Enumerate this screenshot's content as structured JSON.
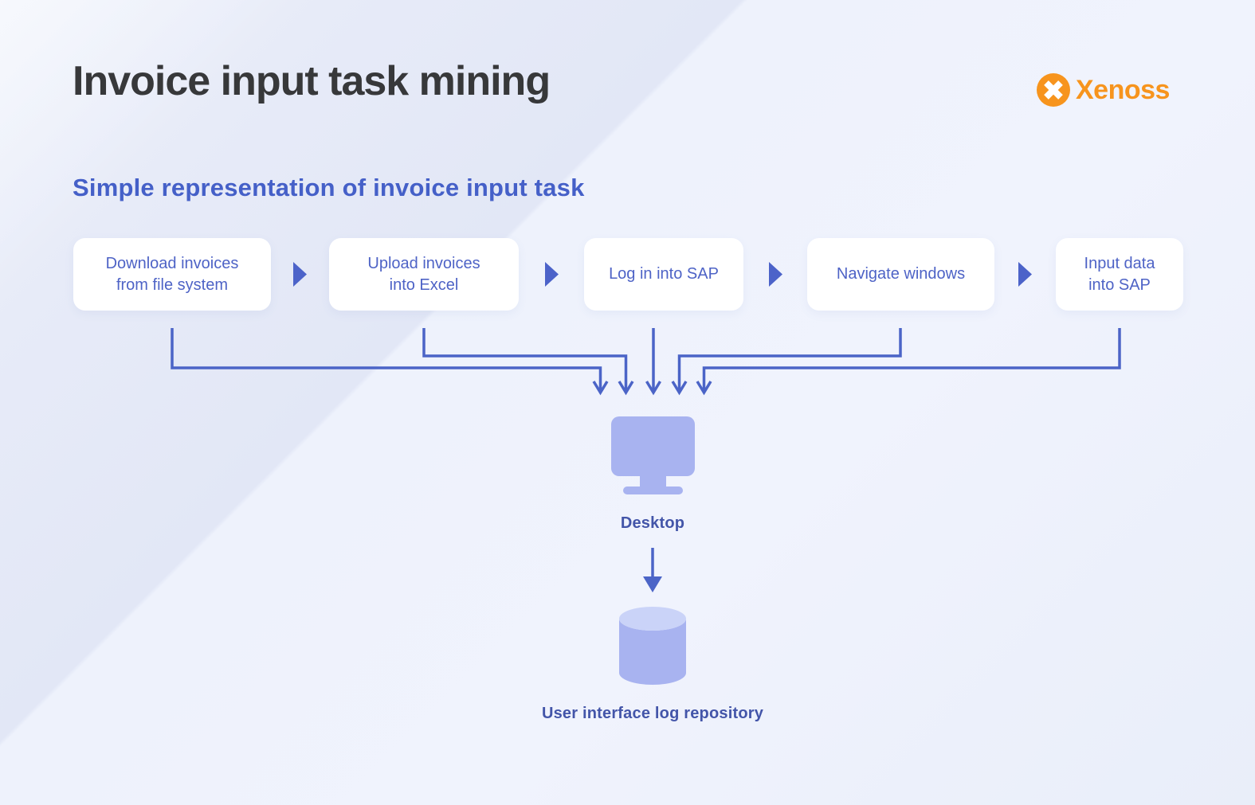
{
  "page": {
    "title": "Invoice input task mining"
  },
  "brand": {
    "name": "Xenoss",
    "mark_icon": "shutter-x-circle-icon",
    "color": "#F7941D"
  },
  "diagram": {
    "subtitle": "Simple representation of invoice input task",
    "steps": [
      {
        "label": "Download invoices\nfrom file system"
      },
      {
        "label": "Upload invoices\ninto Excel"
      },
      {
        "label": "Log in into SAP"
      },
      {
        "label": "Navigate windows"
      },
      {
        "label": "Input data\ninto SAP"
      }
    ],
    "step_separator_icon": "arrow-right-icon",
    "sink": {
      "icon": "desktop-monitor-icon",
      "label": "Desktop"
    },
    "store": {
      "icon": "database-cylinder-icon",
      "label": "User interface log repository"
    }
  },
  "colors": {
    "background_base": "#E6EBF8",
    "heading_text": "#37383A",
    "subtitle_text": "#4560C8",
    "step_background": "#FFFFFF",
    "step_text": "#4E63C6",
    "connector_blue": "#4B64C7",
    "separator_triangle": "#4C63C9",
    "icon_fill": "#A8B3F0",
    "icon_fill_light": "#CAD3F8",
    "node_label_text": "#4355A9",
    "brand_orange": "#F7941D"
  }
}
